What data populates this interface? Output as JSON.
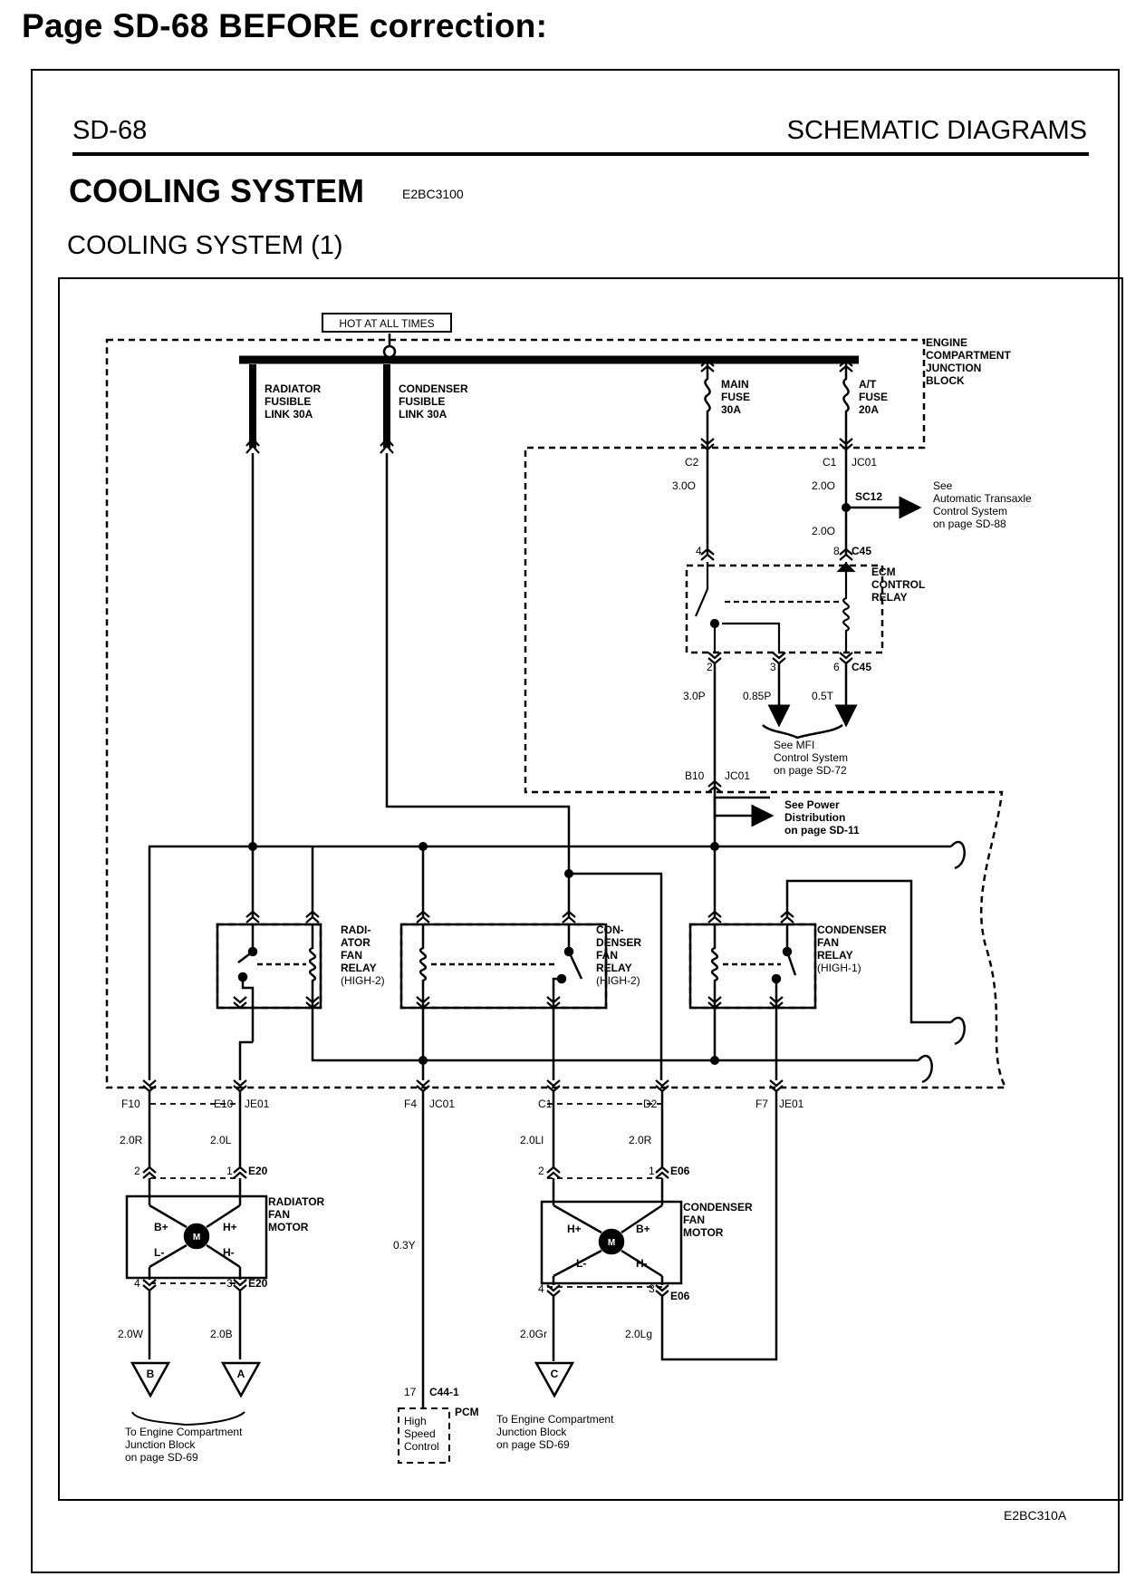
{
  "page_heading": "Page SD-68 BEFORE correction:",
  "header": {
    "left": "SD-68",
    "right": "SCHEMATIC DIAGRAMS"
  },
  "section": {
    "title": "COOLING SYSTEM",
    "code": "E2BC3100",
    "subtitle": "COOLING SYSTEM (1)"
  },
  "figure_code": "E2BC310A",
  "labels": {
    "hot": "HOT AT ALL TIMES",
    "ecjb": [
      "ENGINE",
      "COMPARTMENT",
      "JUNCTION",
      "BLOCK"
    ],
    "radfuse": [
      "RADIATOR",
      "FUSIBLE",
      "LINK 30A"
    ],
    "condfuse": [
      "CONDENSER",
      "FUSIBLE",
      "LINK 30A"
    ],
    "mainfuse": [
      "MAIN",
      "FUSE",
      "30A"
    ],
    "atfuse": [
      "A/T",
      "FUSE",
      "20A"
    ],
    "c2": "C2",
    "c1": "C1",
    "jc01a": "JC01",
    "w30o": "3.0O",
    "w20o_a": "2.0O",
    "sc12": "SC12",
    "w20o_b": "2.0O",
    "see_ats": [
      "See",
      "Automatic Transaxle",
      "Control System",
      "on page SD-88"
    ],
    "pin4": "4",
    "pin8": "8",
    "c45a": "C45",
    "ecm_relay": [
      "ECM",
      "CONTROL",
      "RELAY"
    ],
    "pin2": "2",
    "pin3": "3",
    "pin6": "6",
    "c45b": "C45",
    "w30p": "3.0P",
    "w085p": "0.85P",
    "w05t": "0.5T",
    "see_mfi": [
      "See MFI",
      "Control System",
      "on page SD-72"
    ],
    "b10": "B10",
    "jc01b": "JC01",
    "see_power": [
      "See Power",
      "Distribution",
      "on page SD-11"
    ],
    "rad_relay": [
      "RADI-",
      "ATOR",
      "FAN",
      "RELAY",
      "(HIGH-2)"
    ],
    "cond_relay": [
      "CON-",
      "DENSER",
      "FAN",
      "RELAY",
      "(HIGH-2)"
    ],
    "cond_relay1": [
      "CONDENSER",
      "FAN",
      "RELAY",
      "(HIGH-1)"
    ],
    "f10": "F10",
    "e10": "E10",
    "je01a": "JE01",
    "f4": "F4",
    "jc01c": "JC01",
    "c1b": "C1",
    "d2": "D2",
    "f7": "F7",
    "je01b": "JE01",
    "w20r_a": "2.0R",
    "w20l": "2.0L",
    "w20li": "2.0Ll",
    "w20r_b": "2.0R",
    "pin2a": "2",
    "pin1a": "1",
    "e20a": "E20",
    "pin2b": "2",
    "pin1b": "1",
    "e06a": "E06",
    "rad_motor": [
      "RADIATOR",
      "FAN",
      "MOTOR"
    ],
    "cond_motor": [
      "CONDENSER",
      "FAN",
      "MOTOR"
    ],
    "bplus": "B+",
    "hplus": "H+",
    "lminus": "L-",
    "hminus": "H-",
    "m": "M",
    "bplus2": "B+",
    "hplus2": "H+",
    "lminus2": "L-",
    "hminus2": "H-",
    "m2": "M",
    "w03y": "0.3Y",
    "pin4a": "4",
    "pin3a": "3",
    "e20b": "E20",
    "pin4b": "4",
    "pin3b": "3",
    "e06b": "E06",
    "w20w": "2.0W",
    "w20b": "2.0B",
    "w20gr": "2.0Gr",
    "w20lg": "2.0Lg",
    "tri_b": "B",
    "tri_a": "A",
    "tri_c": "C",
    "pin17": "17",
    "c441": "C44-1",
    "pcm": "PCM",
    "pcm_box": [
      "High",
      "Speed",
      "Control"
    ],
    "to_ecjb_left": [
      "To Engine Compartment",
      "Junction Block",
      "on page SD-69"
    ],
    "to_ecjb_right": [
      "To Engine Compartment",
      "Junction Block",
      "on page SD-69"
    ]
  }
}
